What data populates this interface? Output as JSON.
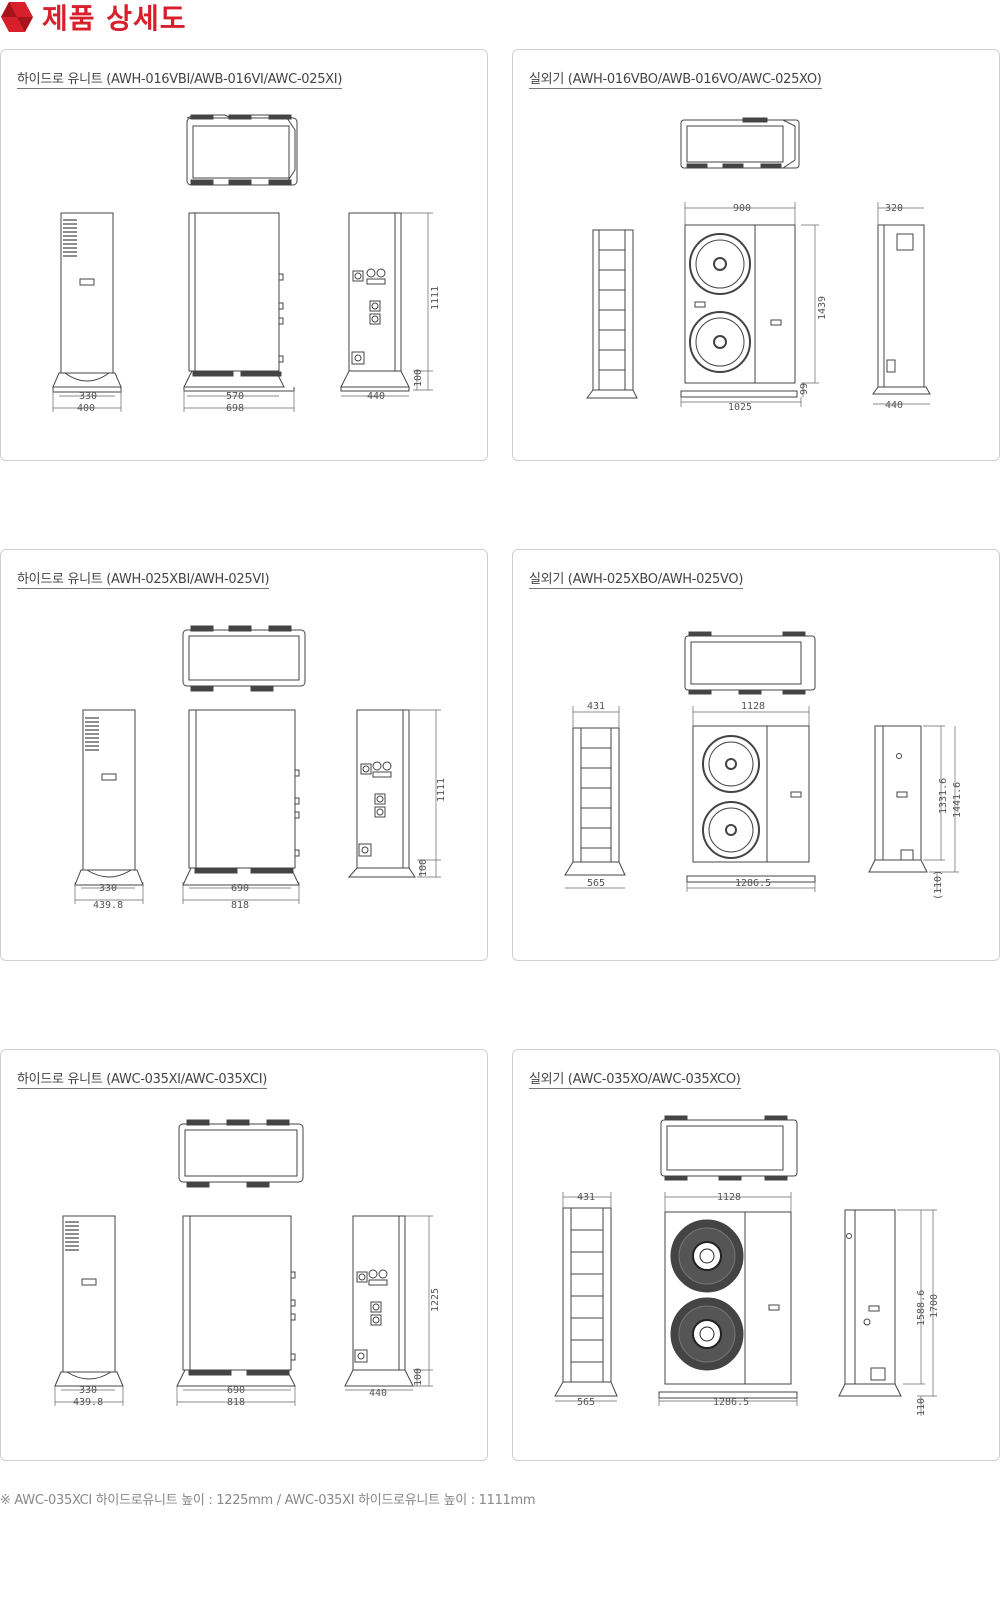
{
  "header": {
    "title": "제품 상세도",
    "brand_color": "#d7202b",
    "icon": "red-hexagon-icon"
  },
  "panels": [
    {
      "title": "하이드로 유니트 (AWH-016VBI/AWB-016VI/AWC-025XI)",
      "dims": {
        "side_inner": "330",
        "side_outer": "400",
        "front_inner": "570",
        "front_outer": "698",
        "right_width": "440",
        "height": "1111",
        "base": "100"
      }
    },
    {
      "title": "실외기 (AWH-016VBO/AWB-016VO/AWC-025XO)",
      "dims": {
        "front_top": "900",
        "front_height": "1439",
        "front_base": "99",
        "front_bottom": "1025",
        "side_top": "320",
        "side_bottom": "440"
      }
    },
    {
      "title": "하이드로 유니트 (AWH-025XBI/AWH-025VI)",
      "dims": {
        "side_inner": "330",
        "side_outer": "439.8",
        "front_inner": "690",
        "front_outer": "818",
        "height": "1111",
        "base": "100"
      }
    },
    {
      "title": "실외기 (AWH-025XBO/AWH-025VO)",
      "dims": {
        "left_top": "431",
        "left_bottom": "565",
        "front_top": "1128",
        "front_bottom": "1286.5",
        "height_inner": "1331.6",
        "height_outer": "1441.6",
        "base": "(110)"
      }
    },
    {
      "title": "하이드로 유니트 (AWC-035XI/AWC-035XCI)",
      "dims": {
        "side_inner": "330",
        "side_outer": "439.8",
        "front_inner": "690",
        "front_outer": "818",
        "right_width": "440",
        "height": "1225",
        "base": "100"
      }
    },
    {
      "title": "실외기 (AWC-035XO/AWC-035XCO)",
      "dims": {
        "left_top": "431",
        "left_bottom": "565",
        "front_top": "1128",
        "front_bottom": "1286.5",
        "height_inner": "1588.6",
        "height_outer": "1700",
        "base": "110"
      }
    }
  ],
  "footnote": "※ AWC-035XCI 하이드로유니트 높이 : 1225mm / AWC-035XI 하이드로유니트 높이 : 1111mm"
}
